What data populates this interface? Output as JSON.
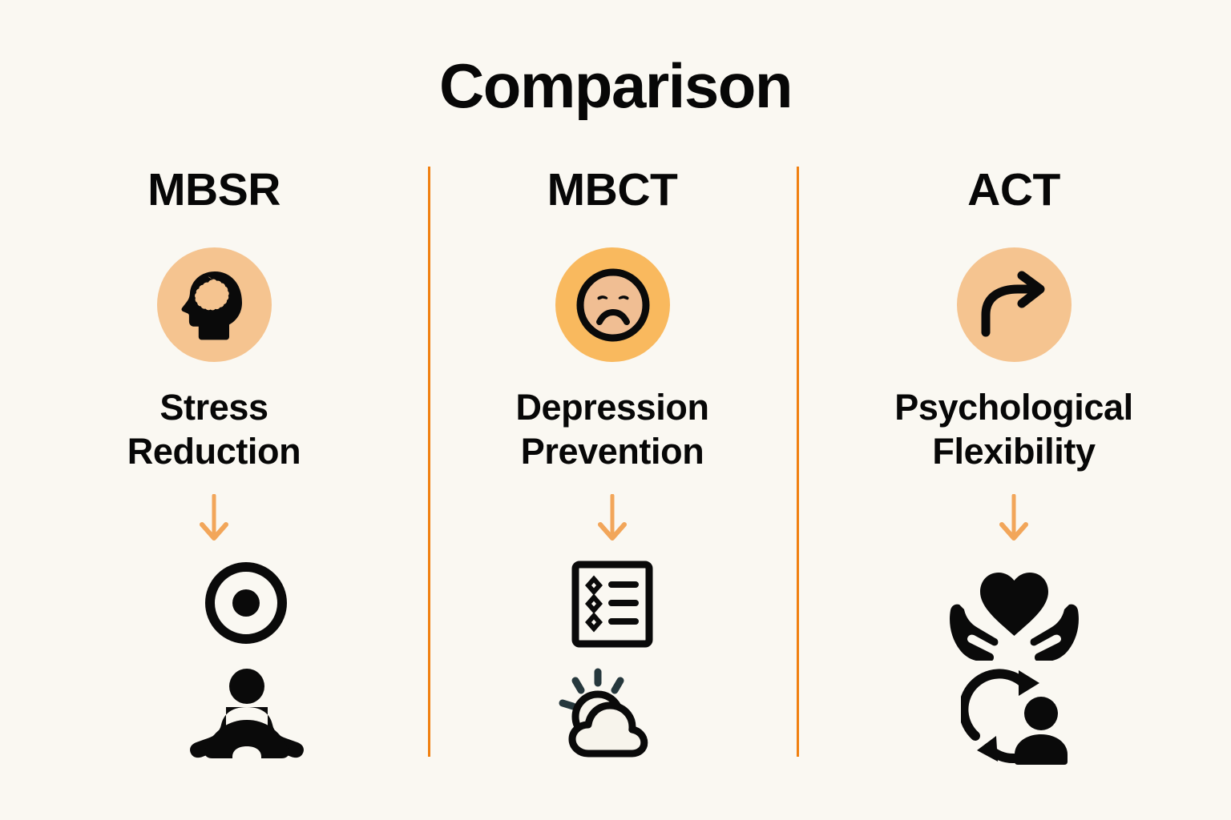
{
  "title": "Comparison",
  "theme": {
    "background": "#FAF8F2",
    "divider": "#F08010",
    "arrow": "#F2A65A",
    "ink": "#070707",
    "badge_peach": "#F5C490",
    "badge_orange": "#F9B95E",
    "face_fill": "#F0BE93",
    "cloud_fill": "#F7F4EC",
    "ray": "#26383D"
  },
  "columns": [
    {
      "id": "mbsr",
      "header": "MBSR",
      "badge_icon": "head-brain-icon",
      "badge_color": "#F5C490",
      "caption_line1": "Stress",
      "caption_line2": "Reduction",
      "arrow_icon": "down-arrow-icon",
      "outcomes": [
        {
          "icon": "focus-target-icon"
        },
        {
          "icon": "meditation-figure-icon"
        }
      ]
    },
    {
      "id": "mbct",
      "header": "MBCT",
      "badge_icon": "sad-face-icon",
      "badge_color": "#F9B95E",
      "caption_line1": "Depression",
      "caption_line2": "Prevention",
      "arrow_icon": "down-arrow-icon",
      "outcomes": [
        {
          "icon": "checklist-icon"
        },
        {
          "icon": "sun-cloud-icon"
        }
      ]
    },
    {
      "id": "act",
      "header": "ACT",
      "badge_icon": "curved-arrow-icon",
      "badge_color": "#F5C490",
      "caption_line1": "Psychological",
      "caption_line2": "Flexibility",
      "arrow_icon": "down-arrow-icon",
      "outcomes": [
        {
          "icon": "heart-in-hands-icon"
        },
        {
          "icon": "person-change-cycle-icon"
        }
      ]
    }
  ]
}
